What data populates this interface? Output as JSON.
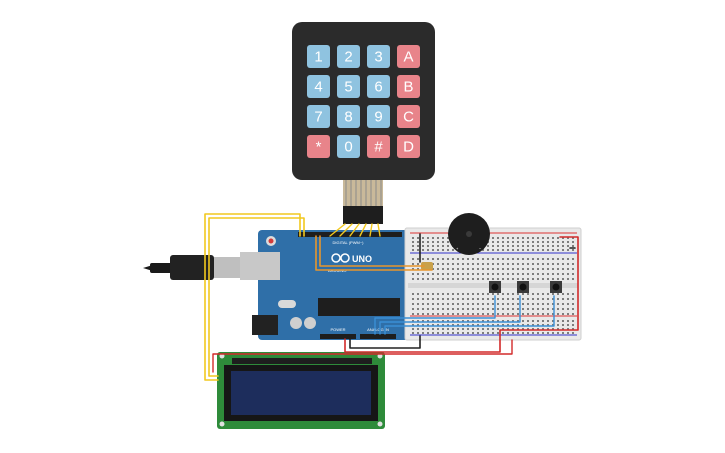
{
  "keypad": {
    "rows": [
      [
        {
          "label": "1",
          "kind": "digit"
        },
        {
          "label": "2",
          "kind": "digit"
        },
        {
          "label": "3",
          "kind": "digit"
        },
        {
          "label": "A",
          "kind": "letter"
        }
      ],
      [
        {
          "label": "4",
          "kind": "digit"
        },
        {
          "label": "5",
          "kind": "digit"
        },
        {
          "label": "6",
          "kind": "digit"
        },
        {
          "label": "B",
          "kind": "letter"
        }
      ],
      [
        {
          "label": "7",
          "kind": "digit"
        },
        {
          "label": "8",
          "kind": "digit"
        },
        {
          "label": "9",
          "kind": "digit"
        },
        {
          "label": "C",
          "kind": "letter"
        }
      ],
      [
        {
          "label": "*",
          "kind": "letter"
        },
        {
          "label": "0",
          "kind": "digit"
        },
        {
          "label": "#",
          "kind": "letter"
        },
        {
          "label": "D",
          "kind": "letter"
        }
      ]
    ],
    "pin_count": 8
  },
  "arduino": {
    "logo_text": "UNO",
    "header_digital": "DIGITAL (PWM~)",
    "header_power": "POWER",
    "header_analog": "ANALOG IN",
    "brand": "ARDUINO"
  },
  "buzzer": {
    "plus_sign": "+",
    "minus_sign": "−"
  },
  "breadboard": {
    "button_count": 3
  },
  "colors": {
    "keypad_body": "#2b2b2b",
    "key_digit": "#8fc3e0",
    "key_letter": "#e8848a",
    "arduino_board": "#2f6fa8",
    "lcd_board": "#2e8b3a",
    "lcd_screen": "#1d2d5c",
    "wire_yellow": "#f2c81e",
    "wire_red": "#d22a2a",
    "wire_black": "#222222",
    "wire_blue": "#3a8fd6",
    "wire_orange": "#e8962c",
    "breadboard": "#e9e9e9"
  }
}
